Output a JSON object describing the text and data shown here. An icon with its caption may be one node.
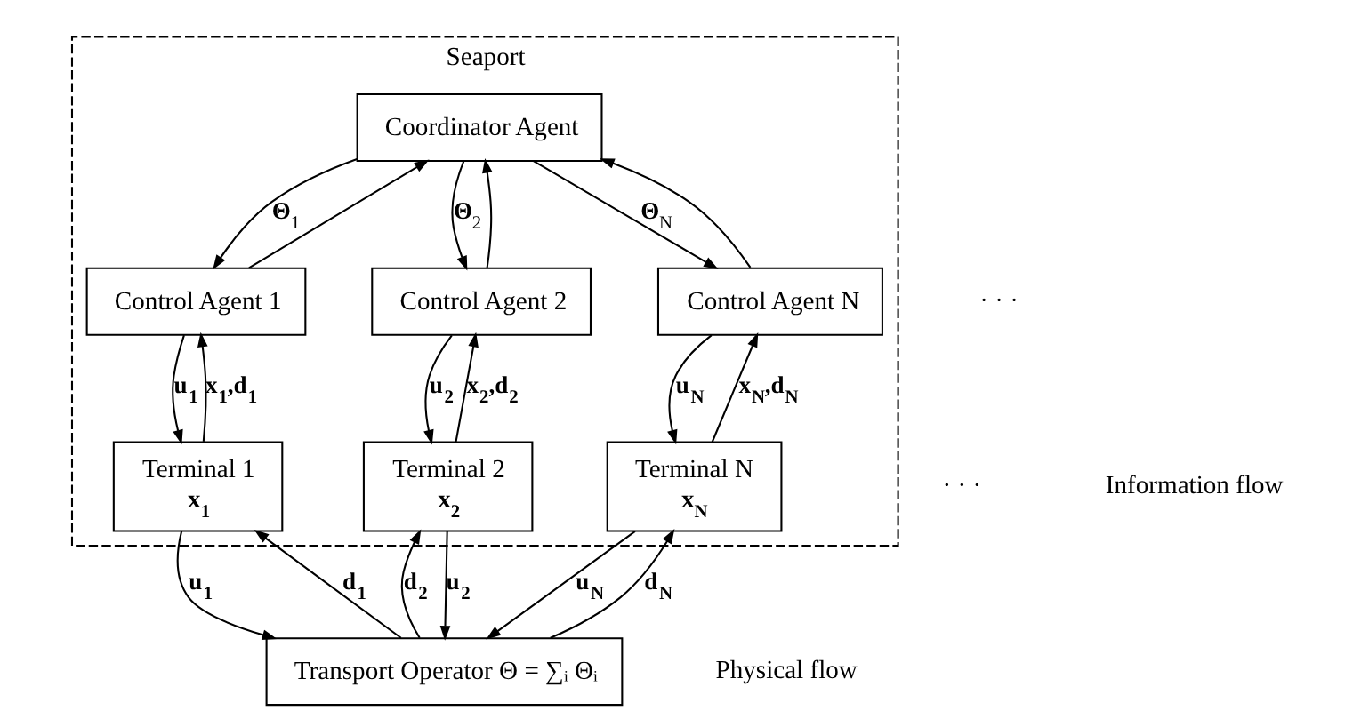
{
  "diagram": {
    "nodes": [
      {
        "text": [
          "Seaport"
        ]
      },
      {
        "text": [
          "Coordinator Agent"
        ],
        "in": 0
      },
      {
        "text": [
          "Control Agent 1"
        ],
        "in": 0
      },
      {
        "text": [
          "Control Agent 2"
        ],
        "in": 0
      },
      {
        "text": [
          "Control Agent N"
        ],
        "in": 0
      },
      {
        "text": [
          "Terminal 1",
          "**x$_{1}$**"
        ],
        "in": 0
      },
      {
        "text": [
          "Terminal 2",
          "**x$_{2}$**"
        ],
        "in": 0
      },
      {
        "text": [
          "Terminal N",
          "**x$_{N}$**"
        ],
        "in": 0
      },
      {
        "text": [
          "Transport Operator Θ = ∑ᵢ Θᵢ"
        ]
      }
    ],
    "edges": [
      {
        "from": 1,
        "to": 2,
        "arrow": "to",
        "label": "**Θ**$_{1}$"
      },
      {
        "from": 2,
        "to": 1,
        "arrow": "to"
      },
      {
        "from": 1,
        "to": 3,
        "arrow": "to",
        "label": "**Θ**$_{2}$"
      },
      {
        "from": 3,
        "to": 1,
        "arrow": "to"
      },
      {
        "from": 1,
        "to": 4,
        "arrow": "to",
        "label": "**Θ**$_{N}$"
      },
      {
        "from": 4,
        "to": 1,
        "arrow": "to"
      },
      {
        "from": 2,
        "to": 5,
        "arrow": "to",
        "label": "**u$_{1}$**"
      },
      {
        "from": 5,
        "to": 2,
        "arrow": "to",
        "label": "**x$_{1}$,d$_{1}$**"
      },
      {
        "from": 3,
        "to": 6,
        "arrow": "to",
        "label": "**u$_{2}$**"
      },
      {
        "from": 6,
        "to": 3,
        "arrow": "to",
        "label": "**x$_{2}$,d$_{2}$**"
      },
      {
        "from": 4,
        "to": 7,
        "arrow": "to",
        "label": "**u$_{N}$**"
      },
      {
        "from": 7,
        "to": 4,
        "arrow": "to",
        "label": "**x$_{N}$,d$_{N}$**"
      },
      {
        "from": 5,
        "to": 8,
        "arrow": "to",
        "label": "**u$_{1}$**"
      },
      {
        "from": 8,
        "to": 5,
        "arrow": "to",
        "label": "**d$_{1}$**"
      },
      {
        "from": 6,
        "to": 8,
        "arrow": "to",
        "label": "**u$_{2}$**"
      },
      {
        "from": 8,
        "to": 6,
        "arrow": "to",
        "label": "**d$_{2}$**"
      },
      {
        "from": 7,
        "to": 8,
        "arrow": "to",
        "label": "**u$_{N}$**"
      },
      {
        "from": 8,
        "to": 7,
        "arrow": "to",
        "label": "**d$_{N}$**"
      }
    ],
    "labels": [
      "· · ·",
      "· · ·",
      "Information flow",
      "Physical flow"
    ]
  }
}
